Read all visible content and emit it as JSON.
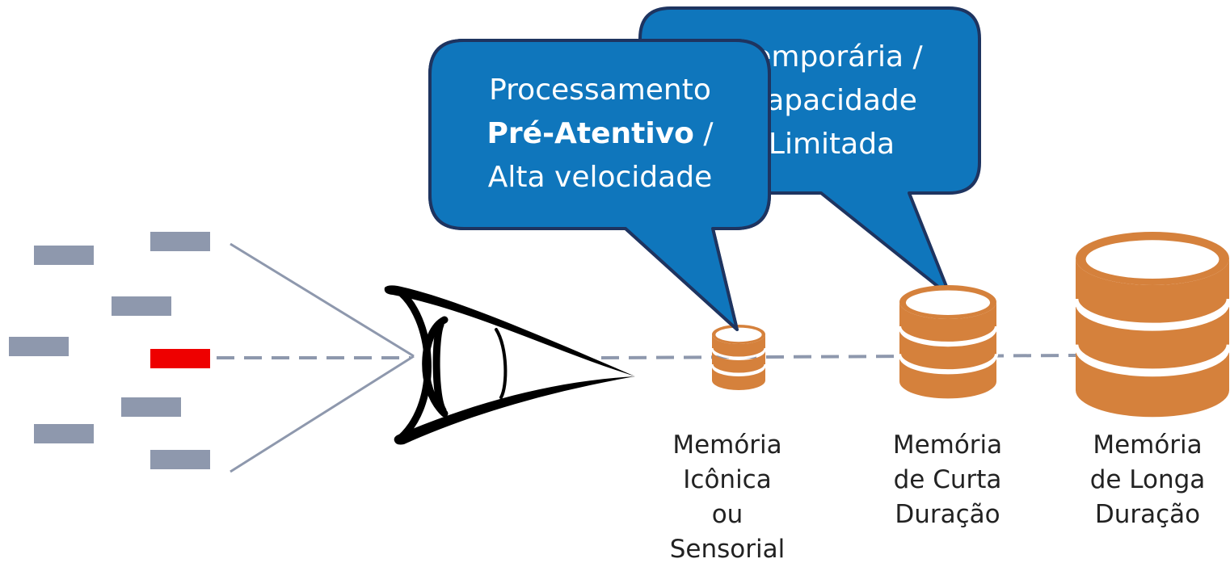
{
  "colors": {
    "bar": "#8e98ad",
    "bar_highlight": "#ee0000",
    "dashed_line": "#8e98ad",
    "bubble_fill": "#0f76bc",
    "bubble_stroke": "#1e3460",
    "database": "#d5813c",
    "eye": "#000000"
  },
  "icons": {
    "eye": "eye-icon",
    "database": "database-icon"
  },
  "callouts": {
    "back": {
      "line1": "Temporária /",
      "line2": "Capacidade",
      "line3": "Limitada"
    },
    "front": {
      "line1": "Processamento",
      "line2_strong": "Pré-Atentivo",
      "line2_rest": " /",
      "line3": "Alta velocidade"
    }
  },
  "memories": [
    {
      "line1": "Memória",
      "line2": "Icônica",
      "line3": "ou",
      "line4": "Sensorial"
    },
    {
      "line1": "Memória",
      "line2": "de Curta",
      "line3": "Duração"
    },
    {
      "line1": "Memória",
      "line2": "de Longa",
      "line3": "Duração"
    }
  ]
}
